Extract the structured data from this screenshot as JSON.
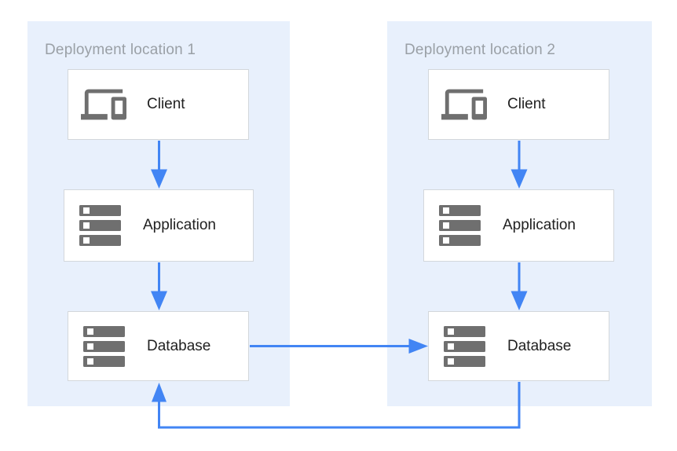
{
  "colors": {
    "page-bg": "#ffffff",
    "panel-bg": "#e8f0fc",
    "box-bg": "#ffffff",
    "box-border": "#d3d7db",
    "icon-gray": "#6f6f6f",
    "label-color": "#212121",
    "title-color": "#9aa0a6",
    "arrow-blue": "#4285f4"
  },
  "diagram": {
    "panels": [
      {
        "title": "Deployment location 1",
        "nodes": [
          {
            "label": "Client",
            "icon": "devices-icon"
          },
          {
            "label": "Application",
            "icon": "server-stack-icon"
          },
          {
            "label": "Database",
            "icon": "server-stack-icon"
          }
        ]
      },
      {
        "title": "Deployment location 2",
        "nodes": [
          {
            "label": "Client",
            "icon": "devices-icon"
          },
          {
            "label": "Application",
            "icon": "server-stack-icon"
          },
          {
            "label": "Database",
            "icon": "server-stack-icon"
          }
        ]
      }
    ],
    "connections": [
      {
        "from": "client-1",
        "to": "application-1",
        "direction": "down"
      },
      {
        "from": "application-1",
        "to": "database-1",
        "direction": "down"
      },
      {
        "from": "client-2",
        "to": "application-2",
        "direction": "down"
      },
      {
        "from": "application-2",
        "to": "database-2",
        "direction": "down"
      },
      {
        "from": "database-1",
        "to": "database-2",
        "direction": "right"
      },
      {
        "from": "database-2",
        "to": "database-1",
        "direction": "loop-below-up"
      }
    ]
  }
}
